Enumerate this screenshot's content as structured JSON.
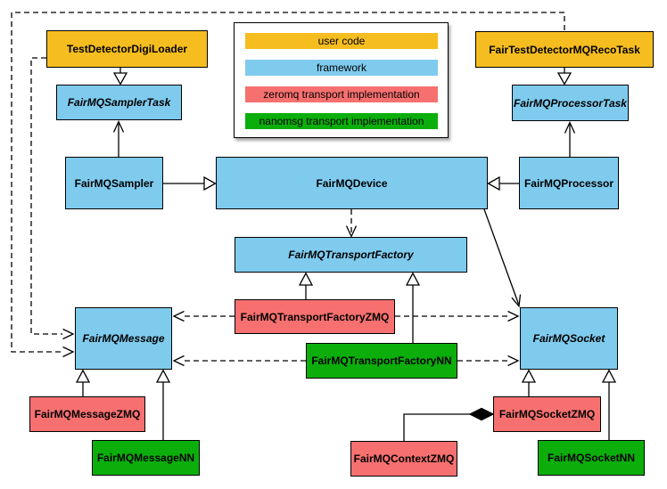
{
  "palette": {
    "user_code": "#F5BD1F",
    "framework": "#7FCBEE",
    "zeromq": "#F77070",
    "nanomsg": "#0CAE0C",
    "line": "#000000",
    "background": "#ffffff"
  },
  "legend": {
    "items": [
      {
        "label": "user code",
        "type": "user_code"
      },
      {
        "label": "framework",
        "type": "framework"
      },
      {
        "label": "zeromq transport implementation",
        "type": "zeromq"
      },
      {
        "label": "nanomsg transport implementation",
        "type": "nanomsg"
      }
    ]
  },
  "nodes": {
    "digi_loader": {
      "label": "TestDetectorDigiLoader",
      "type": "user_code",
      "abstract": false
    },
    "reco_task": {
      "label": "FairTestDetectorMQRecoTask",
      "type": "user_code",
      "abstract": false
    },
    "sampler_task": {
      "label": "FairMQSamplerTask",
      "type": "framework",
      "abstract": true
    },
    "processor_task": {
      "label": "FairMQProcessorTask",
      "type": "framework",
      "abstract": true
    },
    "sampler": {
      "label": "FairMQSampler",
      "type": "framework",
      "abstract": false
    },
    "device": {
      "label": "FairMQDevice",
      "type": "framework",
      "abstract": false
    },
    "processor": {
      "label": "FairMQProcessor",
      "type": "framework",
      "abstract": false
    },
    "transport_factory": {
      "label": "FairMQTransportFactory",
      "type": "framework",
      "abstract": true
    },
    "transport_factory_zmq": {
      "label": "FairMQTransportFactoryZMQ",
      "type": "zeromq",
      "abstract": false
    },
    "transport_factory_nn": {
      "label": "FairMQTransportFactoryNN",
      "type": "nanomsg",
      "abstract": false
    },
    "message": {
      "label": "FairMQMessage",
      "type": "framework",
      "abstract": true
    },
    "socket": {
      "label": "FairMQSocket",
      "type": "framework",
      "abstract": true
    },
    "message_zmq": {
      "label": "FairMQMessageZMQ",
      "type": "zeromq",
      "abstract": false
    },
    "message_nn": {
      "label": "FairMQMessageNN",
      "type": "nanomsg",
      "abstract": false
    },
    "context_zmq": {
      "label": "FairMQContextZMQ",
      "type": "zeromq",
      "abstract": false
    },
    "socket_zmq": {
      "label": "FairMQSocketZMQ",
      "type": "zeromq",
      "abstract": false
    },
    "socket_nn": {
      "label": "FairMQSocketNN",
      "type": "nanomsg",
      "abstract": false
    }
  }
}
